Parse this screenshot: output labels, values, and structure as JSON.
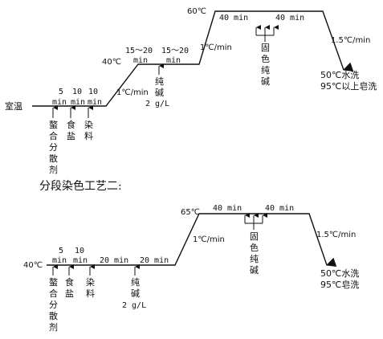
{
  "process1": {
    "temps": {
      "room": "室温",
      "t40": "40℃",
      "t60": "60℃"
    },
    "times": {
      "t5": [
        "5",
        "min"
      ],
      "t10a": [
        "10",
        "min"
      ],
      "t10b": [
        "10",
        "min"
      ],
      "t15a": [
        "15～20",
        "min"
      ],
      "t15b": [
        "15～20",
        "min"
      ],
      "hold1": "40 min",
      "hold2": "40 min"
    },
    "rates": {
      "up1": "1℃/min",
      "up2": "1℃/min",
      "down": "1.5℃/min"
    },
    "additives": {
      "chelating": [
        "螯",
        "合",
        "分",
        "散",
        "剂"
      ],
      "salt": [
        "食",
        "盐"
      ],
      "dye": [
        "染",
        "料"
      ],
      "soda": [
        "纯",
        "碱"
      ],
      "soda_dose": "2 g/L",
      "fixing": [
        "固",
        "色",
        "纯",
        "碱"
      ]
    },
    "washing": {
      "line1": "50℃水洗",
      "line2": "95℃以上皂洗"
    }
  },
  "section_title": "分段染色工艺二:",
  "process2": {
    "temps": {
      "t40": "40℃",
      "t65": "65℃"
    },
    "times": {
      "t5": [
        "5",
        "min"
      ],
      "t10": [
        "10",
        "min"
      ],
      "t20a": "20 min",
      "t20b": "20 min",
      "hold1": "40 min",
      "hold2": "40 min"
    },
    "rates": {
      "up": "1℃/min",
      "down": "1.5℃/min"
    },
    "additives": {
      "chelating": [
        "螯",
        "合",
        "分",
        "散",
        "剂"
      ],
      "salt": [
        "食",
        "盐"
      ],
      "dye": [
        "染",
        "料"
      ],
      "soda": [
        "纯",
        "碱"
      ],
      "soda_dose": "2 g/L",
      "fixing": [
        "固",
        "色",
        "纯",
        "碱"
      ]
    },
    "washing": {
      "line1": "50℃水洗",
      "line2": "95℃皂洗"
    }
  }
}
